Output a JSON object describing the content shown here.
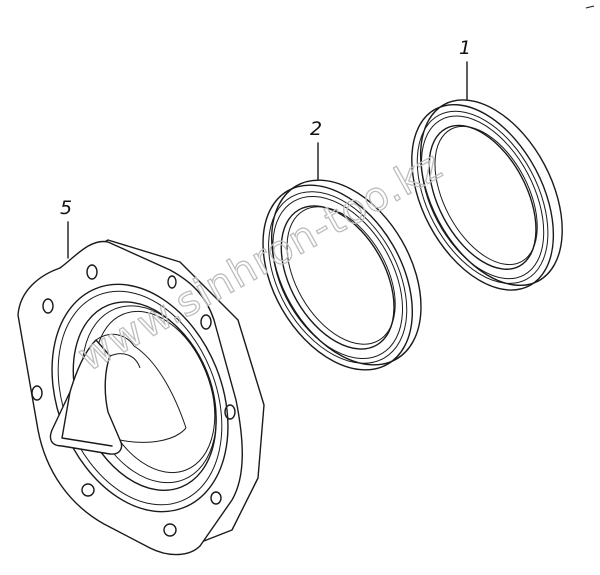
{
  "parts": [
    {
      "id": "1",
      "label": "1"
    },
    {
      "id": "2",
      "label": "2"
    },
    {
      "id": "5",
      "label": "5"
    }
  ],
  "watermark": "www.sinhron-too.kz"
}
